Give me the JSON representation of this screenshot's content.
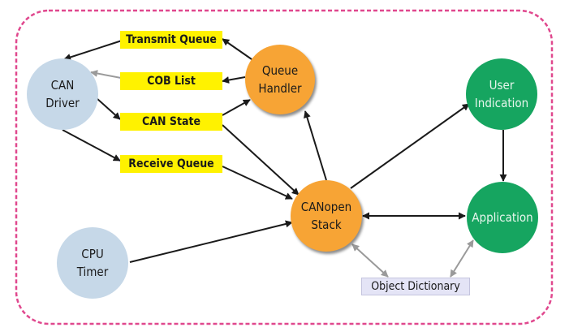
{
  "nodes": {
    "can_driver": [
      "CAN",
      "Driver"
    ],
    "queue_handler": [
      "Queue",
      "Handler"
    ],
    "canopen_stack": [
      "CANopen",
      "Stack"
    ],
    "cpu_timer": [
      "CPU",
      "Timer"
    ],
    "user_indication": [
      "User",
      "Indication"
    ],
    "application": [
      "Application"
    ]
  },
  "boxes": {
    "transmit_queue": "Transmit Queue",
    "cob_list": "COB List",
    "can_state": "CAN State",
    "receive_queue": "Receive Queue",
    "object_dictionary": "Object Dictionary"
  },
  "colors": {
    "border": "#e0488e",
    "blue_node": "#c6d8e8",
    "orange_node": "#f7a435",
    "green_node": "#16a560",
    "yellow_box": "#fff200",
    "dictionary_box": "#e4e4f6",
    "arrow_dark": "#1a1a1a",
    "arrow_gray": "#9a9a9a"
  }
}
